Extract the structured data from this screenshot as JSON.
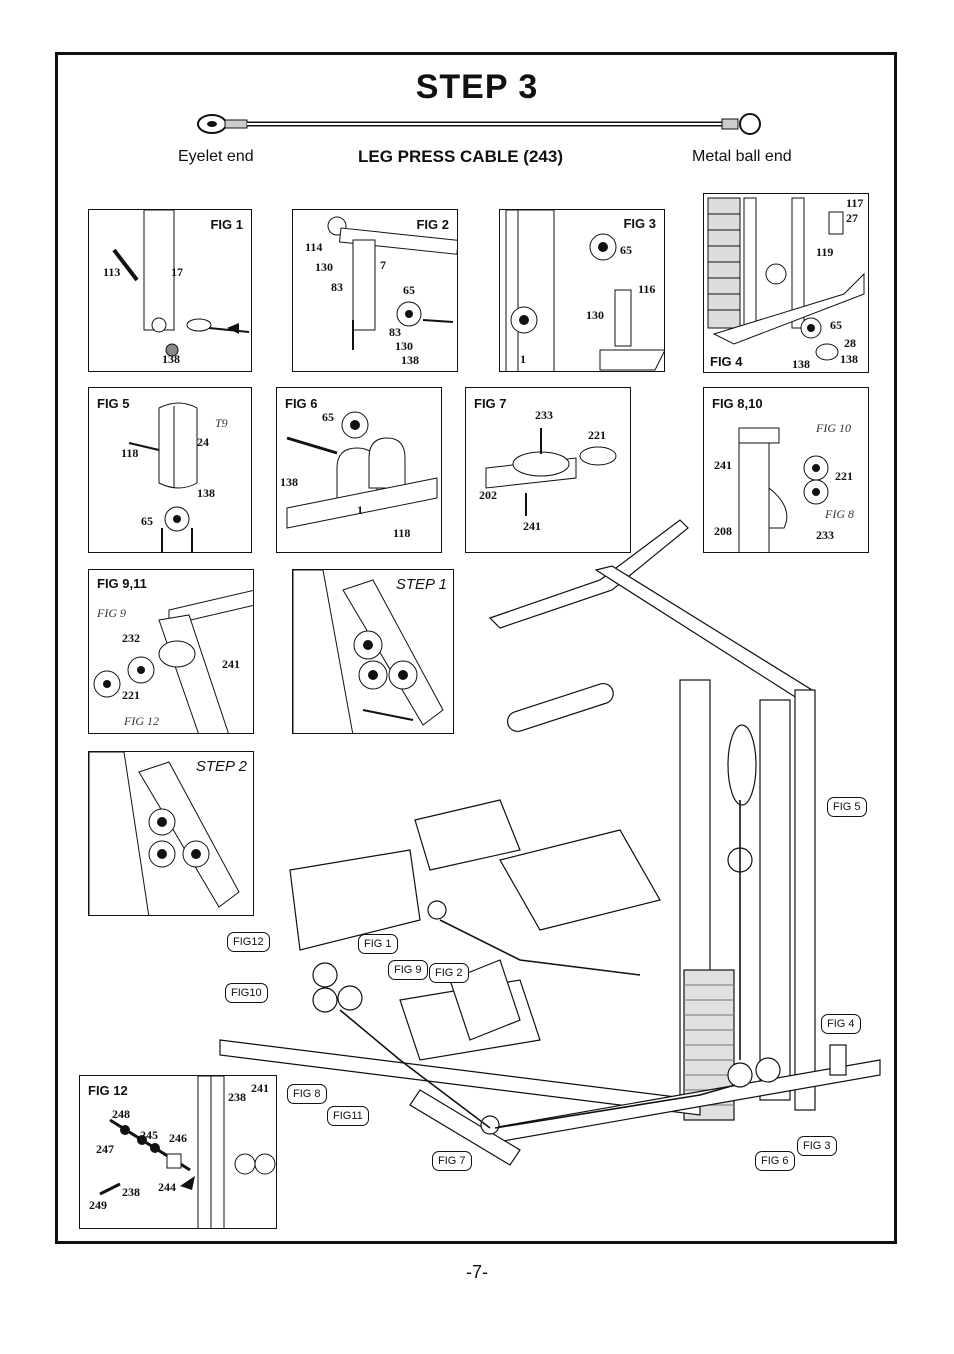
{
  "step_title": "STEP  3",
  "cable": {
    "left_label": "Eyelet end",
    "title": "LEG PRESS CABLE  (243)",
    "right_label": "Metal ball end"
  },
  "panels": {
    "fig1": {
      "title": "FIG 1",
      "parts": [
        "113",
        "17",
        "138"
      ]
    },
    "fig2": {
      "title": "FIG 2",
      "parts": [
        "114",
        "130",
        "7",
        "83",
        "65",
        "83",
        "130",
        "138"
      ]
    },
    "fig3": {
      "title": "FIG 3",
      "parts": [
        "65",
        "116",
        "130",
        "1"
      ]
    },
    "fig4": {
      "title": "FIG 4",
      "parts": [
        "117",
        "27",
        "119",
        "65",
        "28",
        "138",
        "138"
      ]
    },
    "fig5": {
      "title": "FIG 5",
      "parts": [
        "T9",
        "118",
        "24",
        "138",
        "65"
      ]
    },
    "fig6": {
      "title": "FIG 6",
      "parts": [
        "65",
        "138",
        "1",
        "118"
      ]
    },
    "fig7": {
      "title": "FIG 7",
      "parts": [
        "233",
        "221",
        "202",
        "241"
      ]
    },
    "fig810": {
      "title": "FIG 8,10",
      "parts": [
        "FIG 10",
        "241",
        "221",
        "FIG 8",
        "208",
        "233"
      ]
    },
    "fig911": {
      "title": "FIG 9,11",
      "parts": [
        "FIG 9",
        "232",
        "241",
        "221",
        "FIG 12"
      ]
    },
    "step1": {
      "title": "STEP 1"
    },
    "step2": {
      "title": "STEP 2"
    },
    "fig12": {
      "title": "FIG 12",
      "parts": [
        "241",
        "238",
        "248",
        "245",
        "246",
        "247",
        "244",
        "238",
        "249"
      ]
    }
  },
  "callouts": {
    "fig5": "FIG 5",
    "fig12": "FIG12",
    "fig1": "FIG 1",
    "fig9": "FIG 9",
    "fig2": "FIG 2",
    "fig10": "FIG10",
    "fig4": "FIG 4",
    "fig8": "FIG 8",
    "fig11": "FIG11",
    "fig7": "FIG 7",
    "fig6": "FIG 6",
    "fig3": "FIG 3"
  },
  "page_number": "-7-"
}
